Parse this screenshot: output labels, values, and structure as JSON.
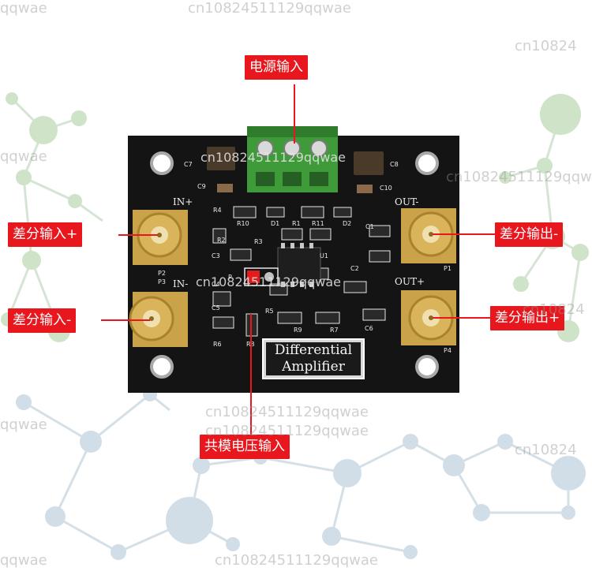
{
  "labels": {
    "power_input": "电源输入",
    "diff_input_plus": "差分输入+",
    "diff_input_minus": "差分输入-",
    "diff_output_minus": "差分输出-",
    "diff_output_plus": "差分输出+",
    "common_mode_input": "共模电压输入"
  },
  "board": {
    "title_line1": "Differential",
    "title_line2": "Amplifier",
    "port_in_plus": "IN+",
    "port_in_minus": "IN-",
    "port_out_minus": "OUT-",
    "port_out_plus": "OUT+",
    "designators": [
      "C7",
      "C9",
      "C8",
      "C10",
      "R4",
      "R10",
      "D1",
      "R11",
      "D2",
      "C1",
      "R1",
      "R2",
      "R3",
      "U1",
      "C3",
      "C2",
      "P",
      "P1",
      "P2",
      "P3",
      "C4",
      "C5",
      "R5",
      "R9",
      "R7",
      "C6",
      "R6",
      "R8",
      "P4"
    ]
  },
  "watermarks": [
    "cn10824511129qqwae",
    "qqwae",
    "cn10824"
  ],
  "colors": {
    "label_red": "#e8171d",
    "pcb_black": "#141414",
    "terminal_green": "#3f9a3a",
    "sma_gold": "#c9a24a",
    "molecule_green": "#cfe3c8",
    "molecule_blue": "#cfdde8"
  }
}
